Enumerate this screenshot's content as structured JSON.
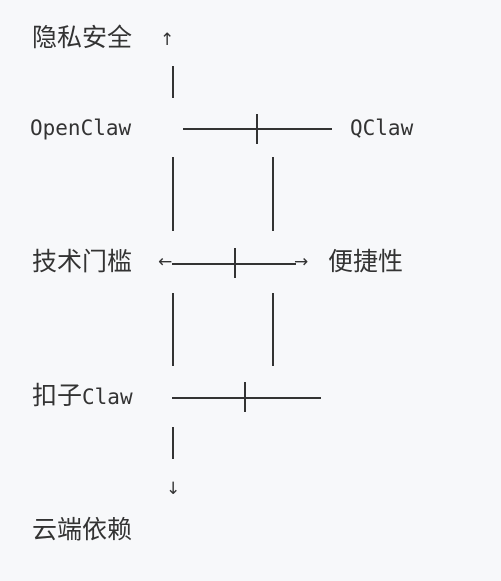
{
  "labels": {
    "privacy": "隐私安全",
    "openclaw": "OpenClaw",
    "qclaw": "QClaw",
    "tech_barrier": "技术门槛",
    "convenience": "便捷性",
    "kouzi_prefix": "扣子",
    "kouzi_suffix": "Claw",
    "cloud": "云端依赖"
  },
  "arrows": {
    "up": "↑",
    "down": "↓",
    "left": "←",
    "right": "→"
  },
  "colors": {
    "background": "#f7f8fa",
    "ink": "#333333"
  }
}
